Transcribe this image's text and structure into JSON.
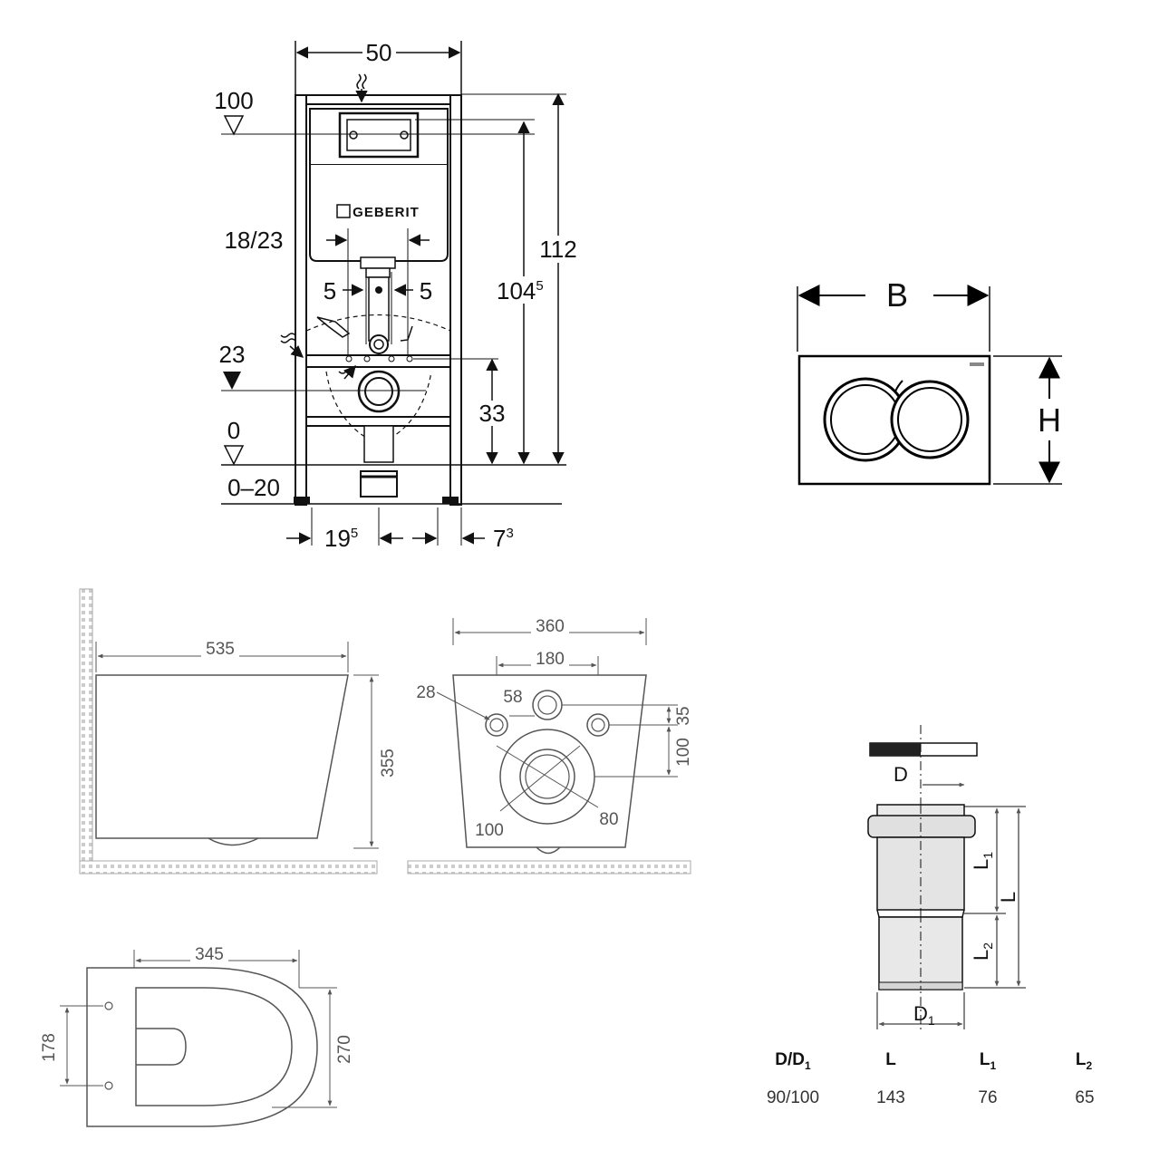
{
  "frame_drawing": {
    "brand": "GEBERIT",
    "dim_width": "50",
    "dim_height_total": "112",
    "dim_height_flush": "104",
    "dim_height_flush_sup": "5",
    "dim_height_outlet": "33",
    "dim_spacing": "18/23",
    "dim_left_5": "5",
    "dim_right_5": "5",
    "level_top": "100",
    "level_outlet": "23",
    "level_floor": "0",
    "level_range": "0–20",
    "dim_bottom_left": "19",
    "dim_bottom_left_sup": "5",
    "dim_bottom_right": "7",
    "dim_bottom_right_sup": "3"
  },
  "flush_plate": {
    "label_width": "B",
    "label_height": "H"
  },
  "bowl_side": {
    "dim_length": "535",
    "dim_height": "355"
  },
  "bowl_back": {
    "dim_width": "360",
    "dim_bolt_spacing": "180",
    "dim_bolt_hole": "28",
    "dim_water_inlet": "58",
    "dim_vertical_35": "35",
    "dim_vertical_100": "100",
    "dim_outlet_outer": "100",
    "dim_outlet_inner": "80"
  },
  "bowl_top": {
    "dim_length": "345",
    "dim_width": "270",
    "dim_bolt_spacing": "178"
  },
  "connector": {
    "label_d": "D",
    "label_d1": "D",
    "label_d1_sub": "1",
    "label_l": "L",
    "label_l1": "L",
    "label_l1_sub": "1",
    "label_l2": "L",
    "label_l2_sub": "2",
    "table": {
      "headers": [
        {
          "main": "D/D",
          "sub": "1"
        },
        {
          "main": "L",
          "sub": ""
        },
        {
          "main": "L",
          "sub": "1"
        },
        {
          "main": "L",
          "sub": "2"
        }
      ],
      "row": [
        "90/100",
        "143",
        "76",
        "65"
      ]
    }
  }
}
